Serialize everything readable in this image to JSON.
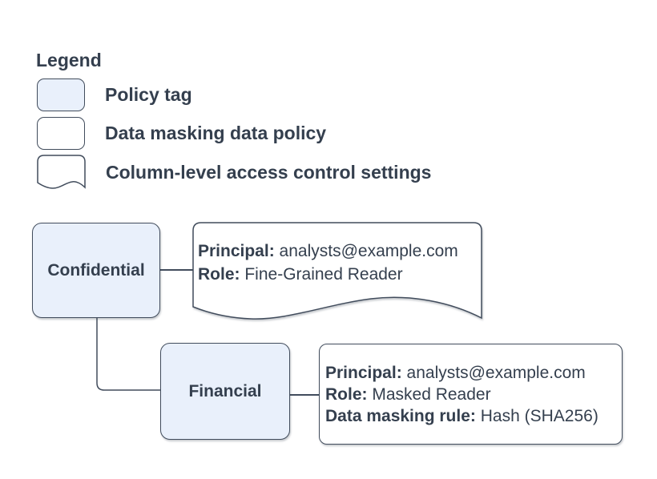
{
  "legend": {
    "title": "Legend",
    "items": [
      {
        "swatch": "policy-tag-shape",
        "label": "Policy tag"
      },
      {
        "swatch": "data-masking-policy-shape",
        "label": "Data masking data policy"
      },
      {
        "swatch": "column-access-settings-shape",
        "label": "Column-level access control settings"
      }
    ]
  },
  "diagram": {
    "policy_tags": {
      "confidential": "Confidential",
      "financial": "Financial"
    },
    "acl_settings": {
      "lines": [
        {
          "label": "Principal:",
          "value": "analysts@example.com"
        },
        {
          "label": "Role:",
          "value": "Fine-Grained Reader"
        }
      ]
    },
    "masking_policy": {
      "lines": [
        {
          "label": "Principal:",
          "value": "analysts@example.com"
        },
        {
          "label": "Role:",
          "value": "Masked Reader"
        },
        {
          "label": "Data masking rule:",
          "value": "Hash (SHA256)"
        }
      ]
    }
  },
  "colors": {
    "background": "#ffffff",
    "policy_tag_fill": "#e9f0fb",
    "stroke": "#414c5c",
    "text": "#343f4e"
  }
}
